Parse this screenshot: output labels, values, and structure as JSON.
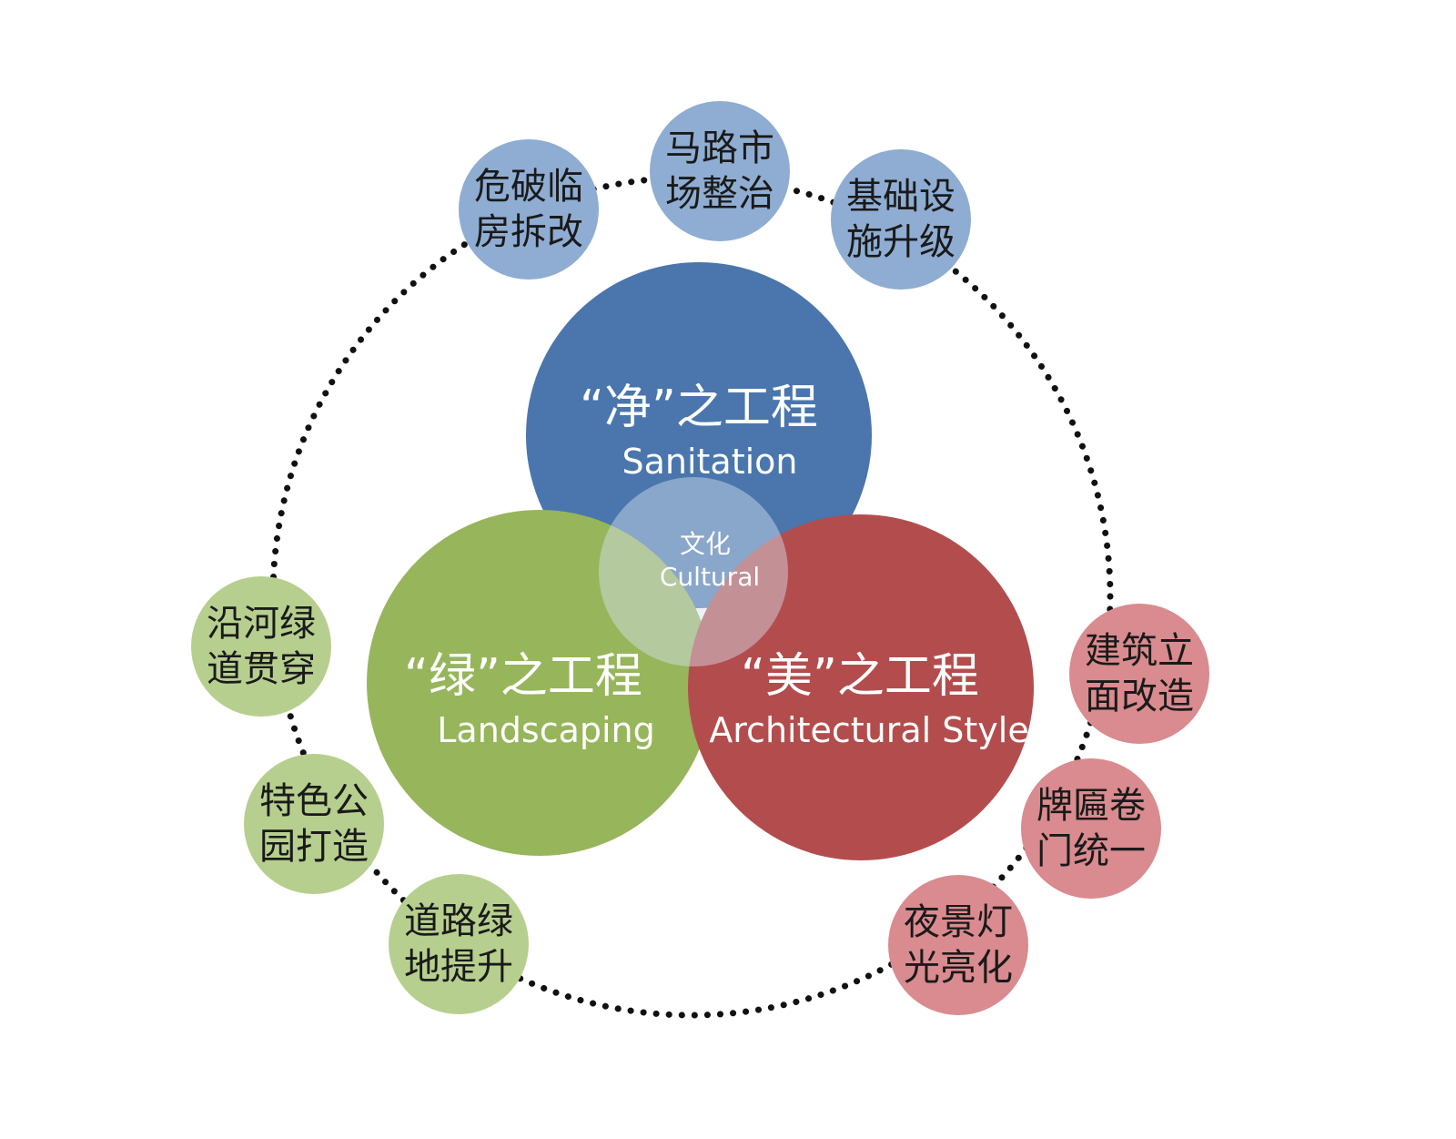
{
  "colors": {
    "sanitation": "#4a76ad",
    "landscaping": "#97b55b",
    "architecture": "#b34d4d",
    "core": "#d6e3ef",
    "small_blue": "#8fadd2",
    "small_green": "#b7cf8e",
    "small_red": "#d98b8f",
    "dotted_ring": "#111111"
  },
  "main": {
    "sanitation": {
      "zh": "“净”之工程",
      "en": "Sanitation"
    },
    "landscaping": {
      "zh": "“绿”之工程",
      "en": "Landscaping"
    },
    "architecture": {
      "zh": "“美”之工程",
      "en": "Architectural  Style"
    },
    "core": {
      "zh": "文化",
      "en": "Cultural"
    }
  },
  "satellites": {
    "blue": [
      {
        "line1": "危破临",
        "line2": "房拆改"
      },
      {
        "line1": "马路市",
        "line2": "场整治"
      },
      {
        "line1": "基础设",
        "line2": "施升级"
      }
    ],
    "green": [
      {
        "line1": "沿河绿",
        "line2": "道贯穿"
      },
      {
        "line1": "特色公",
        "line2": "园打造"
      },
      {
        "line1": "道路绿",
        "line2": "地提升"
      }
    ],
    "red": [
      {
        "line1": "建筑立",
        "line2": "面改造"
      },
      {
        "line1": "牌匾卷",
        "line2": "门统一"
      },
      {
        "line1": "夜景灯",
        "line2": "光亮化"
      }
    ]
  }
}
